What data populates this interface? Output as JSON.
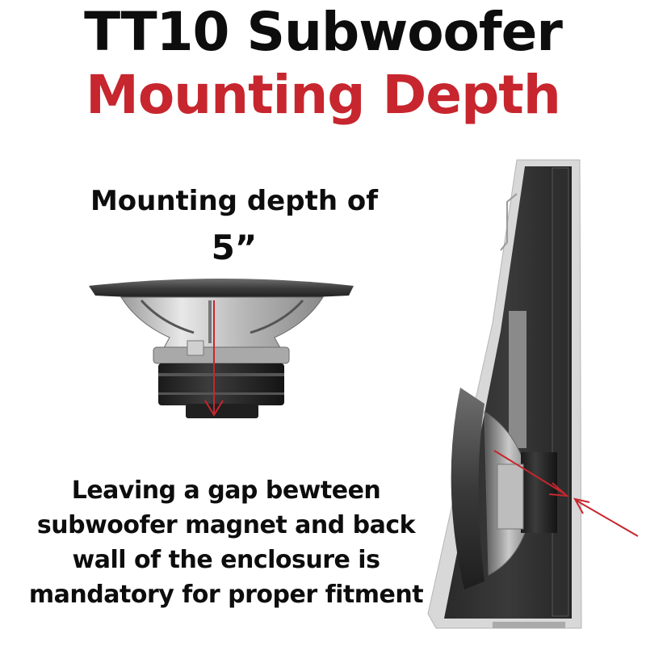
{
  "header": {
    "title_line1": "TT10 Subwoofer",
    "title_line2": "Mounting Depth"
  },
  "spec": {
    "label": "Mounting depth of",
    "value": "5”"
  },
  "note": {
    "lines": [
      "Leaving a gap bewteen",
      "subwoofer magnet and back",
      "wall of the enclosure is",
      "mandatory for proper fitment"
    ]
  },
  "colors": {
    "accent_red": "#c7262e",
    "text_dark": "#0d0d0d"
  },
  "icons": [
    "subwoofer-side-view",
    "enclosure-cross-section",
    "depth-arrow",
    "gap-arrow"
  ]
}
